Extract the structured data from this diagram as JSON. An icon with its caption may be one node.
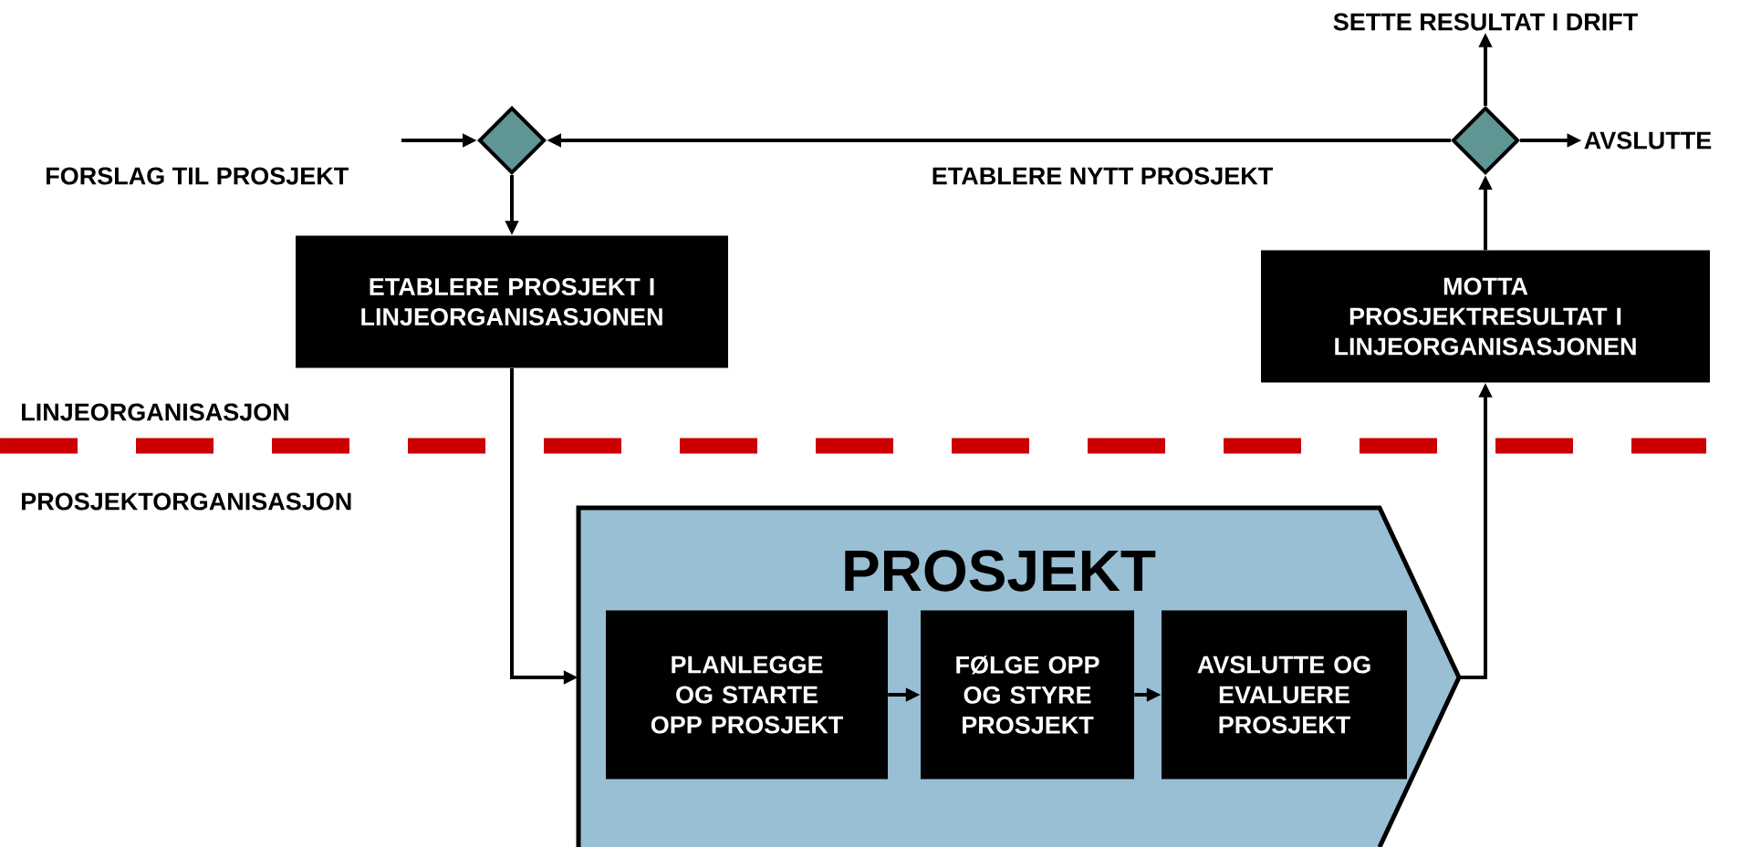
{
  "diagram": {
    "nodes": [
      {
        "text": [
          "SETTE RESULTAT I DRIFT"
        ]
      },
      {
        "text": [],
        "shape": "diamond"
      },
      {
        "text": [],
        "shape": "diamond"
      },
      {
        "text": [
          "AVSLUTTE"
        ]
      },
      {
        "text": [
          "ETABLERE PROSJEKT I LINJEORGANISASJONEN"
        ]
      },
      {
        "text": [
          "MOTTA PROSJEKTRESULTAT I LINJEORGANISASJONEN"
        ]
      },
      {
        "text": [
          "PROSJEKT"
        ]
      },
      {
        "text": [
          "PLANLEGGE OG STARTE OPP PROSJEKT"
        ],
        "in": 6
      },
      {
        "text": [
          "FØLGE OPP OG STYRE PROSJEKT"
        ],
        "in": 6
      },
      {
        "text": [
          "AVSLUTTE OG EVALUERE PROSJEKT"
        ],
        "in": 6
      }
    ],
    "edges": [
      {
        "from": null,
        "to": 1,
        "arrow": "to"
      },
      {
        "from": 2,
        "to": 1,
        "arrow": "to",
        "label": "ETABLERE NYTT PROSJEKT"
      },
      {
        "from": 1,
        "to": 4,
        "arrow": "to"
      },
      {
        "from": 4,
        "to": 6,
        "arrow": "to"
      },
      {
        "from": 6,
        "to": 5,
        "arrow": "to"
      },
      {
        "from": 5,
        "to": 2,
        "arrow": "to"
      },
      {
        "from": 2,
        "to": 0,
        "arrow": "to"
      },
      {
        "from": 2,
        "to": 3,
        "arrow": "to"
      },
      {
        "from": 7,
        "to": 8,
        "arrow": "to"
      },
      {
        "from": 8,
        "to": 9,
        "arrow": "to"
      }
    ],
    "labels": [
      "FORSLAG TIL PROSJEKT",
      "LINJEORGANISASJON",
      "PROSJEKTORGANISASJON"
    ]
  }
}
